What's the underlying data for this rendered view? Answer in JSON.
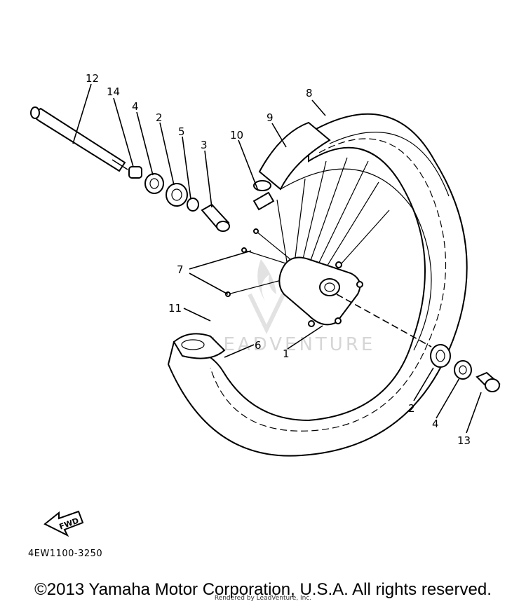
{
  "diagram": {
    "part_code": "4EW1100-3250",
    "fwd_label": "FWD",
    "watermark": "LEADVENTURE",
    "callouts": {
      "c1": "1",
      "c2a": "2",
      "c2b": "2",
      "c3": "3",
      "c4a": "4",
      "c4b": "4",
      "c5": "5",
      "c6": "6",
      "c7": "7",
      "c8": "8",
      "c9": "9",
      "c10": "10",
      "c11": "11",
      "c12": "12",
      "c13": "13",
      "c14": "14"
    }
  },
  "footer": {
    "copyright": "©2013 Yamaha Motor Corporation, U.S.A. All rights reserved.",
    "rendered_by": "Rendered by LeadVenture, Inc."
  }
}
